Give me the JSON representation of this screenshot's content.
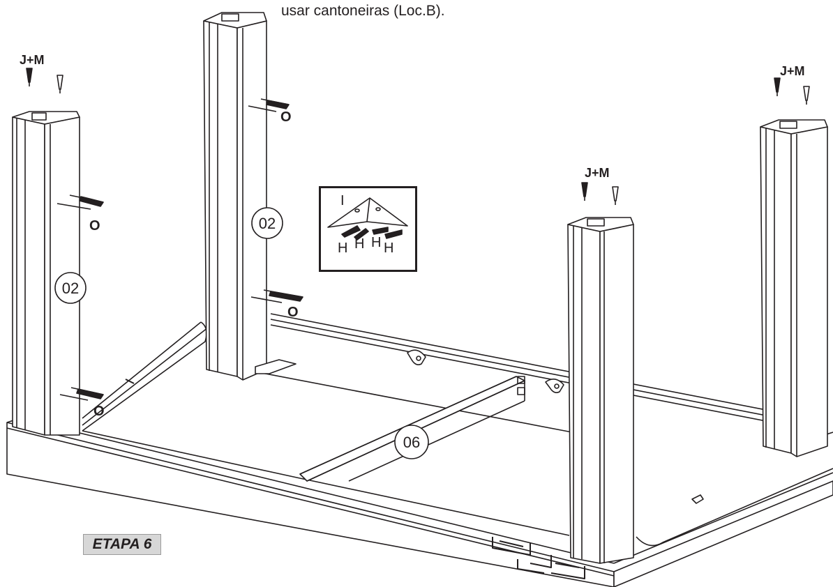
{
  "instruction_text": "usar cantoneiras (Loc.B).",
  "step_label": "ETAPA 6",
  "labels": {
    "screw_jm": "J+M",
    "screw_o": "O",
    "part_leg": "02",
    "part_rail": "06",
    "bracket_i": "I",
    "screw_h": "H"
  },
  "colors": {
    "line": "#231f20",
    "background": "#ffffff",
    "step_badge": "#d7d7d7"
  }
}
